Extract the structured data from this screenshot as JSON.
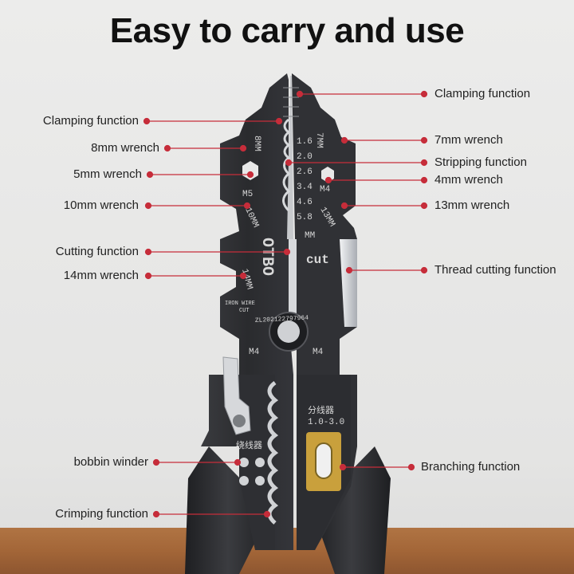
{
  "title": "Easy to carry and use",
  "colors": {
    "dot": "#c62d3a",
    "line": "#c62d3a",
    "tool_dark": "#2b2c2f",
    "blade": "#cfd2d6",
    "brass": "#c9a03c"
  },
  "labels_left": [
    {
      "id": "clamping-left",
      "text": "Clamping function"
    },
    {
      "id": "8mm",
      "text": "8mm wrench"
    },
    {
      "id": "5mm",
      "text": "5mm wrench"
    },
    {
      "id": "10mm",
      "text": "10mm wrench"
    },
    {
      "id": "cutting",
      "text": "Cutting function"
    },
    {
      "id": "14mm",
      "text": "14mm wrench"
    },
    {
      "id": "bobbin",
      "text": "bobbin winder"
    },
    {
      "id": "crimping",
      "text": "Crimping function"
    }
  ],
  "labels_right": [
    {
      "id": "clamping-right",
      "text": "Clamping function"
    },
    {
      "id": "7mm",
      "text": "7mm wrench"
    },
    {
      "id": "stripping",
      "text": "Stripping function"
    },
    {
      "id": "4mm",
      "text": "4mm wrench"
    },
    {
      "id": "13mm",
      "text": "13mm wrench"
    },
    {
      "id": "thread",
      "text": "Thread cutting function"
    },
    {
      "id": "branching",
      "text": "Branching function"
    }
  ],
  "engraving": {
    "sizes": [
      "1.6",
      "2.0",
      "2.6",
      "3.4",
      "4.6",
      "5.8"
    ],
    "unit": "MM",
    "left_8": "8MM",
    "right_7": "7MM",
    "m5": "M5",
    "m4_right": "M4",
    "left_10": "10MM",
    "right_13": "13MM",
    "brand": "OTBO",
    "cut": "cut",
    "left_14": "14MM",
    "iron_wire": "IRON WIRE",
    "iron_cut": "CUT",
    "serial": "ZL202122797964",
    "m4_a": "M4",
    "m4_b": "M4",
    "split_cn": "分线器",
    "split_range": "1.0-3.0",
    "winder_cn": "绕线器"
  }
}
